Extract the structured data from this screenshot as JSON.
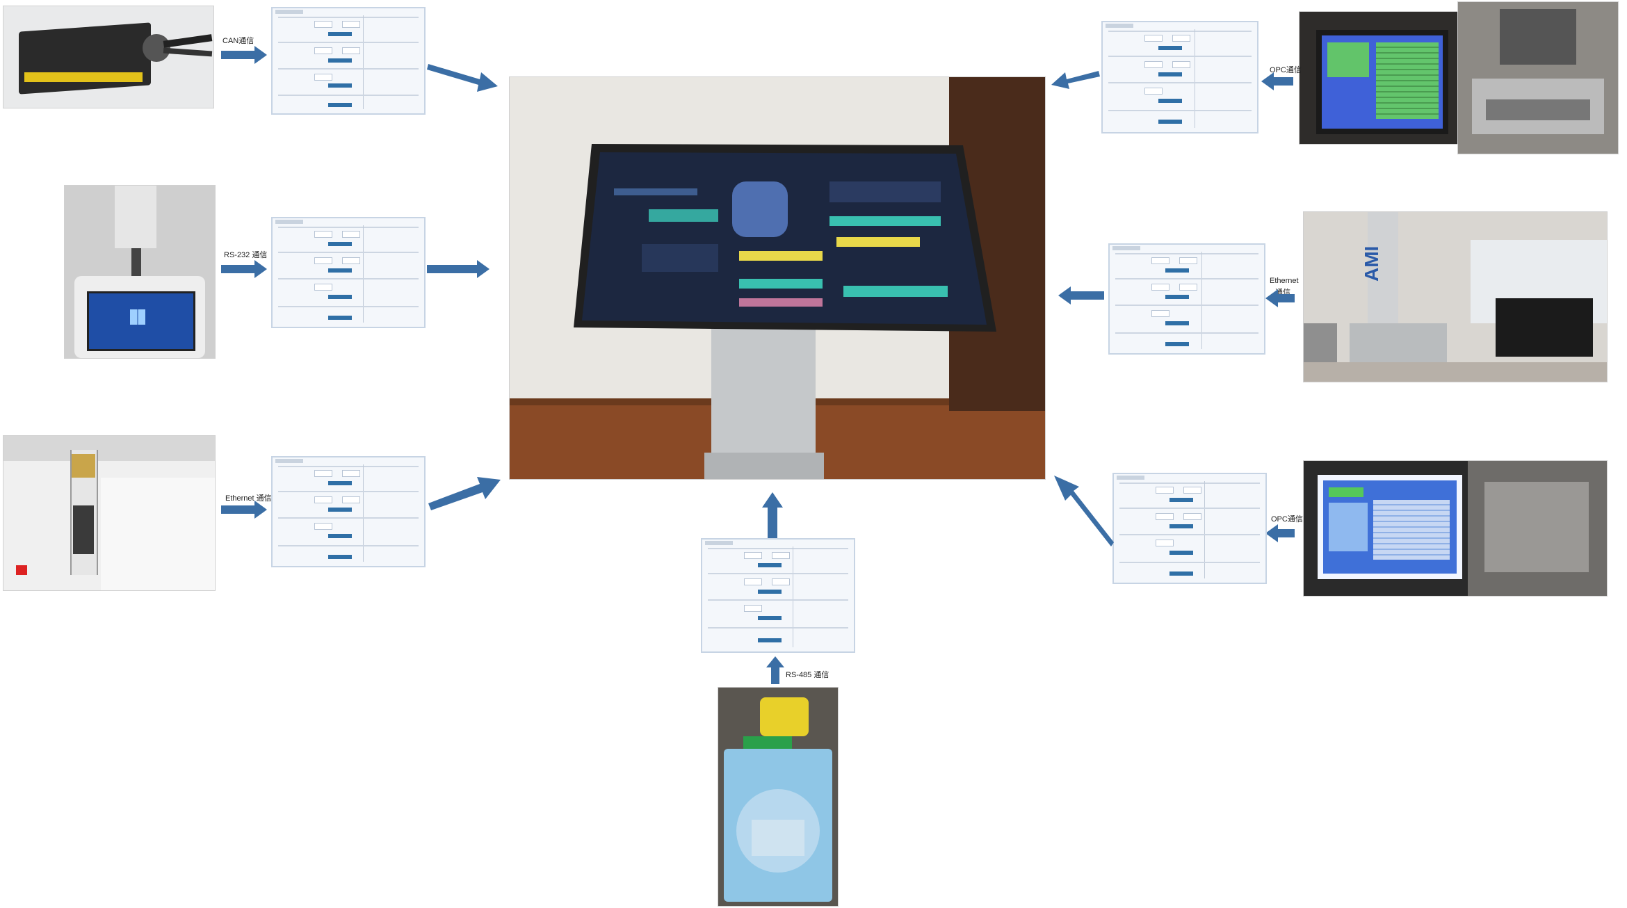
{
  "labels": {
    "can": "CAN通信",
    "rs232": "RS-232 通信",
    "ethernet_left": "Ethernet 通信",
    "rs485": "RS-485 通信",
    "opc_top": "OPC通信",
    "ethernet_right_1": "Ethernet",
    "ethernet_right_2": "通信",
    "opc_bottom": "OPC通信",
    "ami_logo": "AMI"
  },
  "colors": {
    "arrow": "#3b6ea5",
    "panel_border": "#c7d4e4",
    "panel_button": "#2f6fa6",
    "dashboard_bg": "#1c2740",
    "tile_teal": "#39c0b0",
    "tile_yellow": "#e8d84a",
    "tile_pink": "#e98ab0"
  },
  "icons": {
    "arrow": "arrow-icon",
    "windows_logo": "windows-logo-icon"
  }
}
